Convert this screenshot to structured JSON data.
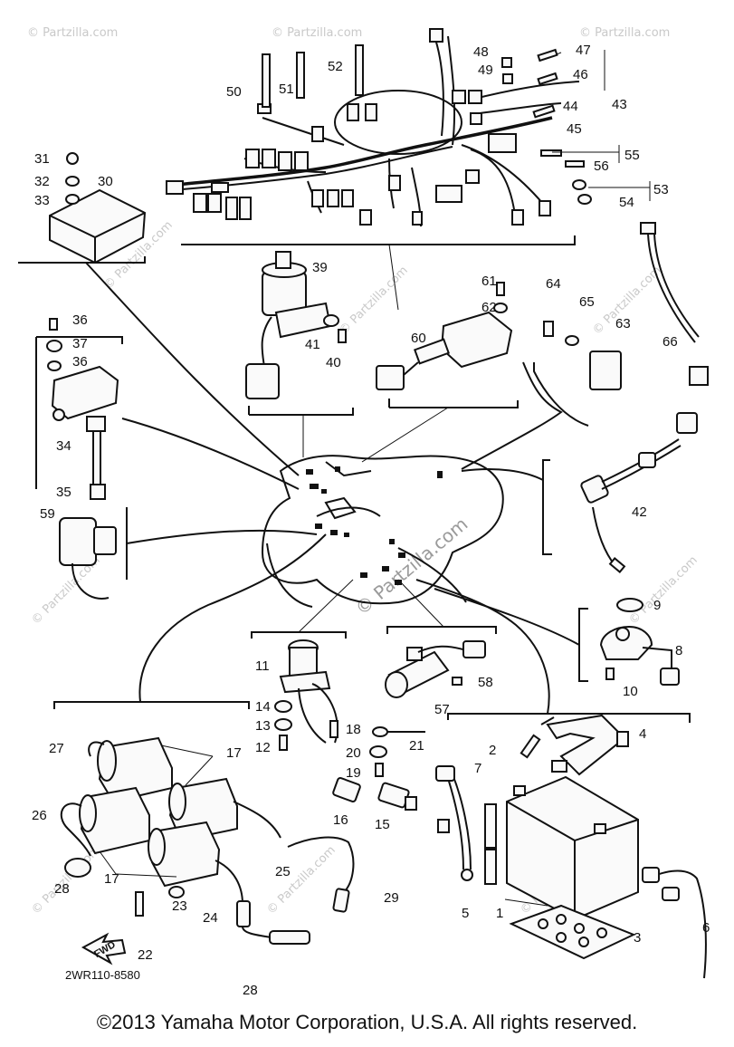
{
  "diagram": {
    "document_code": "2WR110-8580",
    "forward_marker": "FWD",
    "watermark": "© Partzilla.com",
    "copyright": "©2013 Yamaha Motor Corporation, U.S.A. All rights reserved.",
    "callouts": {
      "n1": "1",
      "n2": "2",
      "n3": "3",
      "n4": "4",
      "n5": "5",
      "n6": "6",
      "n7": "7",
      "n8": "8",
      "n9": "9",
      "n10": "10",
      "n11": "11",
      "n12": "12",
      "n13": "13",
      "n14": "14",
      "n15": "15",
      "n16": "16",
      "n17a": "17",
      "n17b": "17",
      "n18": "18",
      "n19": "19",
      "n20": "20",
      "n21": "21",
      "n22": "22",
      "n23": "23",
      "n24": "24",
      "n25": "25",
      "n26": "26",
      "n27": "27",
      "n28a": "28",
      "n28b": "28",
      "n29": "29",
      "n30": "30",
      "n31": "31",
      "n32": "32",
      "n33": "33",
      "n34": "34",
      "n35": "35",
      "n36a": "36",
      "n36b": "36",
      "n37": "37",
      "n39": "39",
      "n40": "40",
      "n41": "41",
      "n42": "42",
      "n43": "43",
      "n44": "44",
      "n45": "45",
      "n46": "46",
      "n47": "47",
      "n48": "48",
      "n49": "49",
      "n50": "50",
      "n51": "51",
      "n52": "52",
      "n53": "53",
      "n54": "54",
      "n55": "55",
      "n56": "56",
      "n57": "57",
      "n58": "58",
      "n59": "59",
      "n60": "60",
      "n61": "61",
      "n62": "62",
      "n63": "63",
      "n64": "64",
      "n65": "65",
      "n66": "66"
    }
  }
}
